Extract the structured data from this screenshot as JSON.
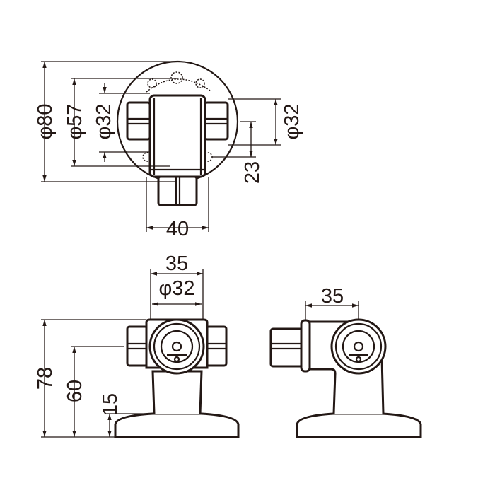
{
  "top_view": {
    "dim_outer_diameter": "φ80",
    "dim_middle_diameter": "φ57",
    "dim_inner_diameter_left": "φ32",
    "dim_inner_diameter_right": "φ32",
    "dim_offset": "23",
    "dim_width": "40"
  },
  "front_view": {
    "dim_width": "35",
    "dim_port_diameter": "φ32",
    "dim_total_height": "78",
    "dim_center_height": "60",
    "dim_base_height": "15"
  },
  "side_view": {
    "dim_width": "35"
  }
}
